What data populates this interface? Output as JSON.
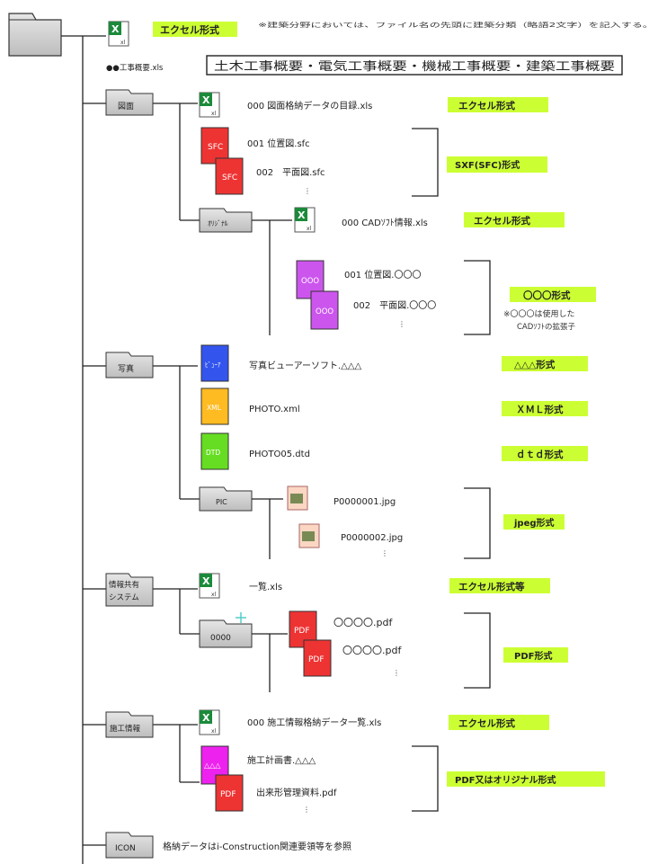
{
  "top": {
    "xls_tag": "エクセル形式",
    "note": "※建築分野においては、ファイル名の先頭に建築分類（略語2文字）を記入する。",
    "kogai_file": "●●工事概要.xls",
    "kogai_box": "土木工事概要・電気工事概要・機械工事概要・建築工事概要"
  },
  "zumen": {
    "folder": "図面",
    "index_file": "000 図面格納データの目録.xls",
    "index_tag": "エクセル形式",
    "sfc_icon": "SFC",
    "sfc_file1": "001 位置図.sfc",
    "sfc_file2": "002　平面図.sfc",
    "sfc_tag": "SXF(SFC)形式",
    "original_folder": "ｵﾘｼﾞﾅﾙ",
    "cad_file": "000 CADｿﾌﾄ情報.xls",
    "cad_tag": "エクセル形式",
    "orig_icon": "OOO",
    "orig_file1": "001 位置図.〇〇〇",
    "orig_file2": "002　平面図.〇〇〇",
    "orig_tag": "〇〇〇形式",
    "orig_note1": "※〇〇〇は使用した",
    "orig_note2": "CADｿﾌﾄの拡張子"
  },
  "shashin": {
    "folder": "写真",
    "viewer_icon": "ﾋﾞｭｰｱ",
    "viewer_file": "写真ビューアーソフト.△△△",
    "viewer_tag": "△△△形式",
    "xml_icon": "XML",
    "xml_file": "PHOTO.xml",
    "xml_tag": "ＸＭＬ形式",
    "dtd_icon": "DTD",
    "dtd_file": "PHOTO05.dtd",
    "dtd_tag": "ｄｔｄ形式",
    "pic_folder": "PIC",
    "jpg_file1": "P0000001.jpg",
    "jpg_file2": "P0000002.jpg",
    "jpg_tag": "jpeg形式"
  },
  "joho": {
    "folder_line1": "情報共有",
    "folder_line2": "システム",
    "list_file": "一覧.xls",
    "list_tag": "エクセル形式等",
    "sub_folder": "0000",
    "pdf_icon": "PDF",
    "pdf_file1": "〇〇〇〇.pdf",
    "pdf_file2": "〇〇〇〇.pdf",
    "pdf_tag": "PDF形式"
  },
  "seko": {
    "folder": "施工情報",
    "list_file": "000 施工情報格納データ一覧.xls",
    "list_tag": "エクセル形式",
    "plan_icon": "△△△",
    "plan_file": "施工計画書.△△△",
    "pdf_icon": "PDF",
    "pdf_file": "出来形管理資料.pdf",
    "tag": "PDF又はオリジナル形式"
  },
  "icon": {
    "folder": "ICON",
    "text": "格納データはi-Construction関連要領等を参照"
  },
  "colors": {
    "tag_green": "#ccff33",
    "sfc_red": "#ee3333",
    "orig_purple": "#cc55ee",
    "viewer_blue": "#3355ee",
    "xml_orange": "#ffbb22",
    "dtd_green": "#66dd22",
    "seko_magenta": "#ee22ee"
  }
}
